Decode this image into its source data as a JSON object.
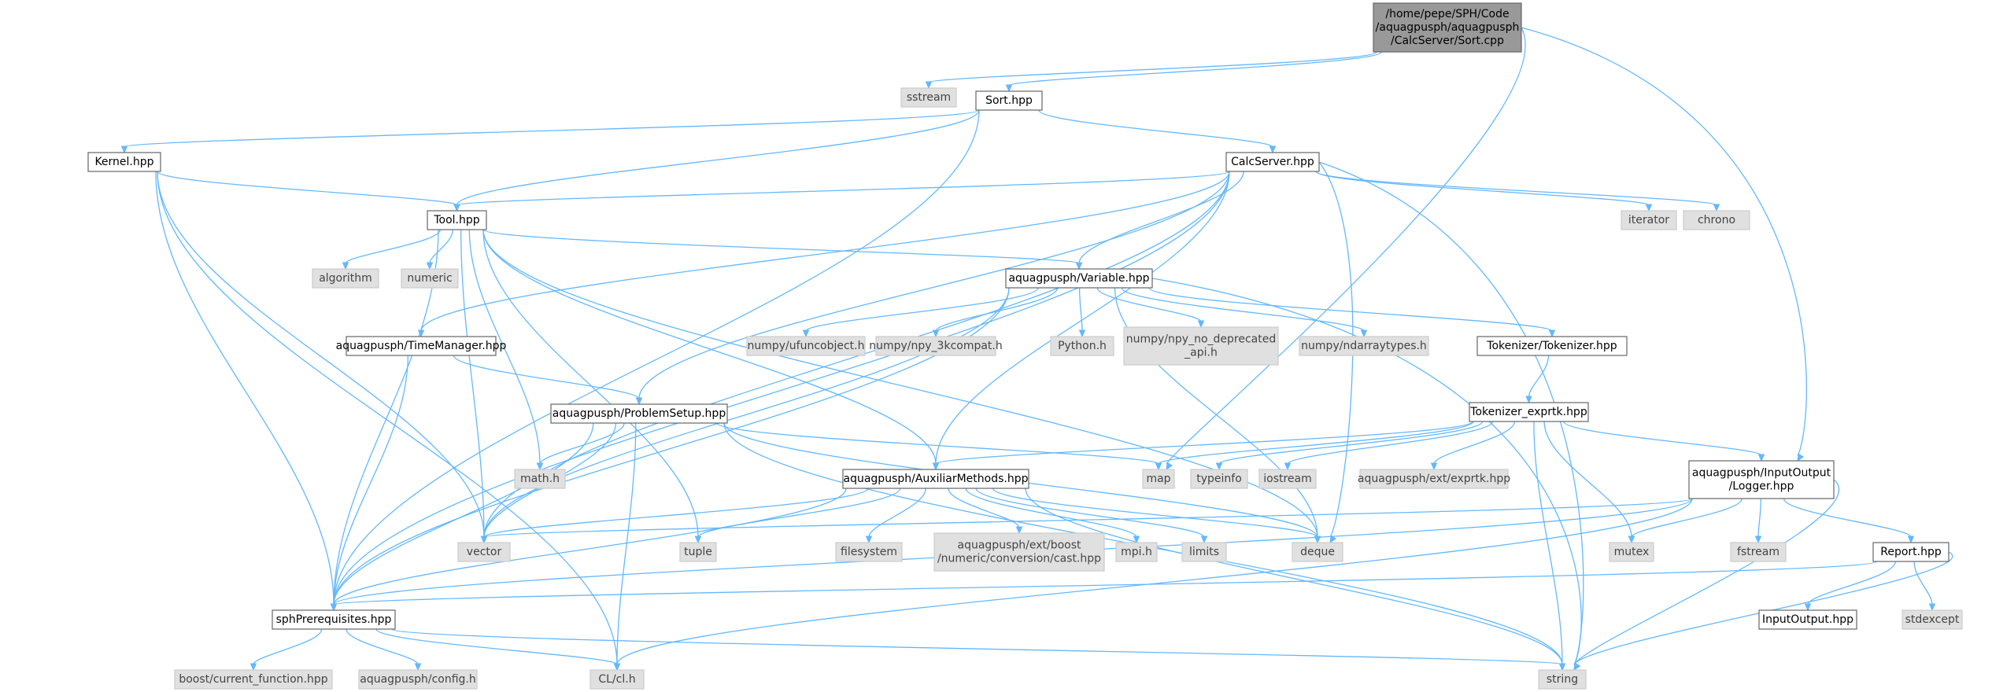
{
  "colors": {
    "edge": "#63b8ff",
    "root_fill": "#999999",
    "external_fill": "#e0e0e0",
    "normal_fill": "#ffffff",
    "border": "#666666"
  },
  "nodes": [
    {
      "id": "sort_cpp",
      "lines": [
        "/home/pepe/SPH/Code",
        "/aquagpusph/aquagpusph",
        "/CalcServer/Sort.cpp"
      ],
      "kind": "root"
    },
    {
      "id": "sstream",
      "lines": [
        "sstream"
      ],
      "kind": "external"
    },
    {
      "id": "sort_hpp",
      "lines": [
        "Sort.hpp"
      ],
      "kind": "normal"
    },
    {
      "id": "kernel_hpp",
      "lines": [
        "Kernel.hpp"
      ],
      "kind": "normal"
    },
    {
      "id": "calcserver_hpp",
      "lines": [
        "CalcServer.hpp"
      ],
      "kind": "normal"
    },
    {
      "id": "tool_hpp",
      "lines": [
        "Tool.hpp"
      ],
      "kind": "normal"
    },
    {
      "id": "iterator",
      "lines": [
        "iterator"
      ],
      "kind": "external"
    },
    {
      "id": "chrono",
      "lines": [
        "chrono"
      ],
      "kind": "external"
    },
    {
      "id": "algorithm",
      "lines": [
        "algorithm"
      ],
      "kind": "external"
    },
    {
      "id": "numeric",
      "lines": [
        "numeric"
      ],
      "kind": "external"
    },
    {
      "id": "variable_hpp",
      "lines": [
        "aquagpusph/Variable.hpp"
      ],
      "kind": "normal"
    },
    {
      "id": "timemanager_hpp",
      "lines": [
        "aquagpusph/TimeManager.hpp"
      ],
      "kind": "normal"
    },
    {
      "id": "ufuncobject",
      "lines": [
        "numpy/ufuncobject.h"
      ],
      "kind": "external"
    },
    {
      "id": "npy3kcompat",
      "lines": [
        "numpy/npy_3kcompat.h"
      ],
      "kind": "external"
    },
    {
      "id": "python_h",
      "lines": [
        "Python.h"
      ],
      "kind": "external"
    },
    {
      "id": "npy_nodep",
      "lines": [
        "numpy/npy_no_deprecated",
        "_api.h"
      ],
      "kind": "external"
    },
    {
      "id": "ndarraytypes",
      "lines": [
        "numpy/ndarraytypes.h"
      ],
      "kind": "external"
    },
    {
      "id": "tokenizer_hpp",
      "lines": [
        "Tokenizer/Tokenizer.hpp"
      ],
      "kind": "normal"
    },
    {
      "id": "problemsetup_hpp",
      "lines": [
        "aquagpusph/ProblemSetup.hpp"
      ],
      "kind": "normal"
    },
    {
      "id": "tokenizer_exprtk_hpp",
      "lines": [
        "Tokenizer_exprtk.hpp"
      ],
      "kind": "normal"
    },
    {
      "id": "math_h",
      "lines": [
        "math.h"
      ],
      "kind": "external"
    },
    {
      "id": "map",
      "lines": [
        "map"
      ],
      "kind": "external"
    },
    {
      "id": "typeinfo",
      "lines": [
        "typeinfo"
      ],
      "kind": "external"
    },
    {
      "id": "iostream",
      "lines": [
        "iostream"
      ],
      "kind": "external"
    },
    {
      "id": "exprtk_hpp",
      "lines": [
        "aquagpusph/ext/exprtk.hpp"
      ],
      "kind": "external"
    },
    {
      "id": "auxiliar_hpp",
      "lines": [
        "aquagpusph/AuxiliarMethods.hpp"
      ],
      "kind": "normal"
    },
    {
      "id": "logger_hpp",
      "lines": [
        "aquagpusph/InputOutput",
        "/Logger.hpp"
      ],
      "kind": "normal"
    },
    {
      "id": "vector",
      "lines": [
        "vector"
      ],
      "kind": "external"
    },
    {
      "id": "tuple",
      "lines": [
        "tuple"
      ],
      "kind": "external"
    },
    {
      "id": "filesystem",
      "lines": [
        "filesystem"
      ],
      "kind": "external"
    },
    {
      "id": "boost_cast",
      "lines": [
        "aquagpusph/ext/boost",
        "/numeric/conversion/cast.hpp"
      ],
      "kind": "external"
    },
    {
      "id": "mpi_h",
      "lines": [
        "mpi.h"
      ],
      "kind": "external"
    },
    {
      "id": "limits",
      "lines": [
        "limits"
      ],
      "kind": "external"
    },
    {
      "id": "deque",
      "lines": [
        "deque"
      ],
      "kind": "external"
    },
    {
      "id": "mutex",
      "lines": [
        "mutex"
      ],
      "kind": "external"
    },
    {
      "id": "fstream",
      "lines": [
        "fstream"
      ],
      "kind": "external"
    },
    {
      "id": "report_hpp",
      "lines": [
        "Report.hpp"
      ],
      "kind": "normal"
    },
    {
      "id": "sphprereq_hpp",
      "lines": [
        "sphPrerequisites.hpp"
      ],
      "kind": "normal"
    },
    {
      "id": "inputoutput_hpp",
      "lines": [
        "InputOutput.hpp"
      ],
      "kind": "normal"
    },
    {
      "id": "stdexcept",
      "lines": [
        "stdexcept"
      ],
      "kind": "external"
    },
    {
      "id": "boost_cf",
      "lines": [
        "boost/current_function.hpp"
      ],
      "kind": "external"
    },
    {
      "id": "config_h",
      "lines": [
        "aquagpusph/config.h"
      ],
      "kind": "external"
    },
    {
      "id": "cl_h",
      "lines": [
        "CL/cl.h"
      ],
      "kind": "external"
    },
    {
      "id": "string",
      "lines": [
        "string"
      ],
      "kind": "external"
    }
  ],
  "edges": [
    [
      "sort_cpp",
      "sstream"
    ],
    [
      "sort_cpp",
      "sort_hpp"
    ],
    [
      "sort_cpp",
      "map"
    ],
    [
      "sort_cpp",
      "logger_hpp"
    ],
    [
      "sort_hpp",
      "kernel_hpp"
    ],
    [
      "sort_hpp",
      "calcserver_hpp"
    ],
    [
      "sort_hpp",
      "tool_hpp"
    ],
    [
      "sort_hpp",
      "sphprereq_hpp"
    ],
    [
      "kernel_hpp",
      "tool_hpp"
    ],
    [
      "kernel_hpp",
      "vector"
    ],
    [
      "kernel_hpp",
      "sphprereq_hpp"
    ],
    [
      "kernel_hpp",
      "cl_h"
    ],
    [
      "calcserver_hpp",
      "tool_hpp"
    ],
    [
      "calcserver_hpp",
      "iterator"
    ],
    [
      "calcserver_hpp",
      "chrono"
    ],
    [
      "calcserver_hpp",
      "variable_hpp"
    ],
    [
      "calcserver_hpp",
      "timemanager_hpp"
    ],
    [
      "calcserver_hpp",
      "problemsetup_hpp"
    ],
    [
      "calcserver_hpp",
      "auxiliar_hpp"
    ],
    [
      "calcserver_hpp",
      "deque"
    ],
    [
      "calcserver_hpp",
      "string"
    ],
    [
      "calcserver_hpp",
      "vector"
    ],
    [
      "calcserver_hpp",
      "sphprereq_hpp"
    ],
    [
      "tool_hpp",
      "algorithm"
    ],
    [
      "tool_hpp",
      "numeric"
    ],
    [
      "tool_hpp",
      "variable_hpp"
    ],
    [
      "tool_hpp",
      "auxiliar_hpp"
    ],
    [
      "tool_hpp",
      "vector"
    ],
    [
      "tool_hpp",
      "tuple"
    ],
    [
      "tool_hpp",
      "math_h"
    ],
    [
      "tool_hpp",
      "deque"
    ],
    [
      "tool_hpp",
      "sphprereq_hpp"
    ],
    [
      "variable_hpp",
      "ufuncobject"
    ],
    [
      "variable_hpp",
      "npy3kcompat"
    ],
    [
      "variable_hpp",
      "python_h"
    ],
    [
      "variable_hpp",
      "npy_nodep"
    ],
    [
      "variable_hpp",
      "ndarraytypes"
    ],
    [
      "variable_hpp",
      "tokenizer_hpp"
    ],
    [
      "variable_hpp",
      "vector"
    ],
    [
      "variable_hpp",
      "string"
    ],
    [
      "variable_hpp",
      "deque"
    ],
    [
      "variable_hpp",
      "sphprereq_hpp"
    ],
    [
      "timemanager_hpp",
      "problemsetup_hpp"
    ],
    [
      "timemanager_hpp",
      "sphprereq_hpp"
    ],
    [
      "tokenizer_hpp",
      "tokenizer_exprtk_hpp"
    ],
    [
      "problemsetup_hpp",
      "math_h"
    ],
    [
      "problemsetup_hpp",
      "map"
    ],
    [
      "problemsetup_hpp",
      "vector"
    ],
    [
      "problemsetup_hpp",
      "deque"
    ],
    [
      "problemsetup_hpp",
      "sphprereq_hpp"
    ],
    [
      "problemsetup_hpp",
      "cl_h"
    ],
    [
      "problemsetup_hpp",
      "string"
    ],
    [
      "tokenizer_exprtk_hpp",
      "map"
    ],
    [
      "tokenizer_exprtk_hpp",
      "typeinfo"
    ],
    [
      "tokenizer_exprtk_hpp",
      "iostream"
    ],
    [
      "tokenizer_exprtk_hpp",
      "exprtk_hpp"
    ],
    [
      "tokenizer_exprtk_hpp",
      "auxiliar_hpp"
    ],
    [
      "tokenizer_exprtk_hpp",
      "logger_hpp"
    ],
    [
      "tokenizer_exprtk_hpp",
      "mutex"
    ],
    [
      "tokenizer_exprtk_hpp",
      "string"
    ],
    [
      "auxiliar_hpp",
      "vector"
    ],
    [
      "auxiliar_hpp",
      "tuple"
    ],
    [
      "auxiliar_hpp",
      "filesystem"
    ],
    [
      "auxiliar_hpp",
      "boost_cast"
    ],
    [
      "auxiliar_hpp",
      "mpi_h"
    ],
    [
      "auxiliar_hpp",
      "limits"
    ],
    [
      "auxiliar_hpp",
      "deque"
    ],
    [
      "auxiliar_hpp",
      "sphprereq_hpp"
    ],
    [
      "auxiliar_hpp",
      "string"
    ],
    [
      "logger_hpp",
      "vector"
    ],
    [
      "logger_hpp",
      "mutex"
    ],
    [
      "logger_hpp",
      "fstream"
    ],
    [
      "logger_hpp",
      "report_hpp"
    ],
    [
      "logger_hpp",
      "sphprereq_hpp"
    ],
    [
      "logger_hpp",
      "cl_h"
    ],
    [
      "logger_hpp",
      "string"
    ],
    [
      "report_hpp",
      "inputoutput_hpp"
    ],
    [
      "report_hpp",
      "stdexcept"
    ],
    [
      "report_hpp",
      "sphprereq_hpp"
    ],
    [
      "report_hpp",
      "string"
    ],
    [
      "sphprereq_hpp",
      "boost_cf"
    ],
    [
      "sphprereq_hpp",
      "config_h"
    ],
    [
      "sphprereq_hpp",
      "cl_h"
    ],
    [
      "sphprereq_hpp",
      "string"
    ]
  ]
}
